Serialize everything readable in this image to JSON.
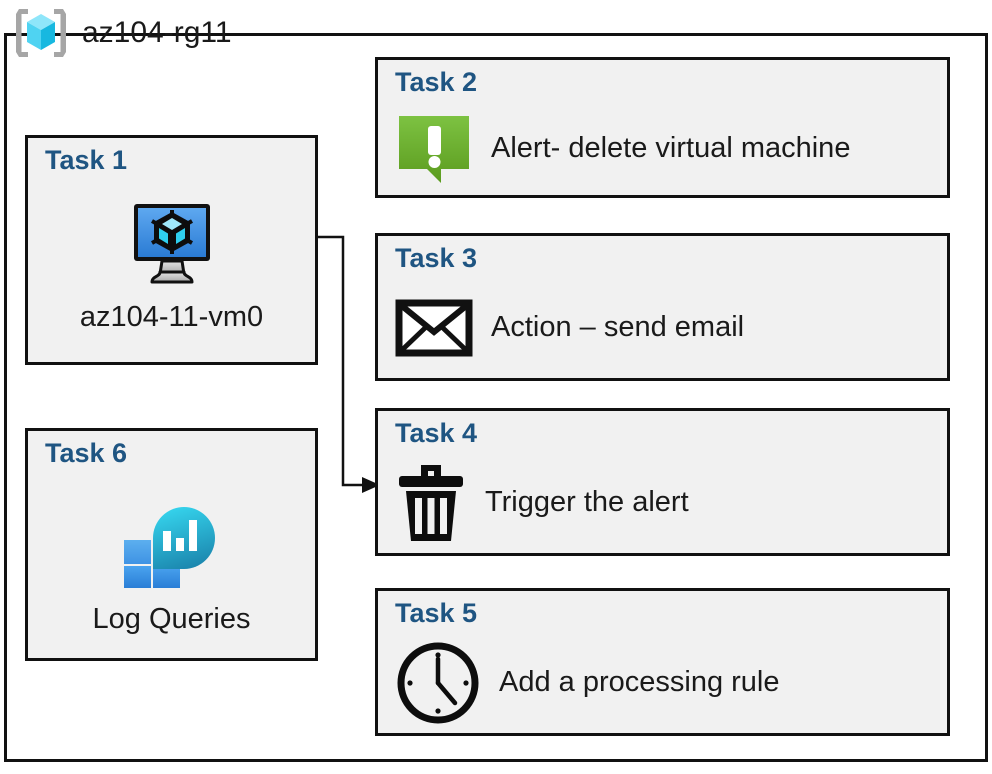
{
  "diagram": {
    "container": {
      "label": "az104-rg11",
      "icon": "azure-resource-group-icon",
      "border_color": "#111111",
      "background": "#ffffff"
    },
    "palette": {
      "task_title": "#1f5582",
      "card_background": "#f1f1f1",
      "card_border": "#111111",
      "text": "#1a1a1a",
      "alert_green_light": "#7ac143",
      "alert_green_dark": "#5a9e20",
      "vm_blue_light": "#5ea8f0",
      "vm_blue_dark": "#2a7bd4",
      "loganalytics_cyan": "#31cfe8",
      "loganalytics_teal": "#1b8fb5",
      "loganalytics_blue": "#2f80d8",
      "cube_cyan": "#3fd3ee"
    },
    "cards": [
      {
        "id": "task1",
        "title": "Task 1",
        "label": "az104-11-vm0",
        "icon": "virtual-machine-icon",
        "layout": "stacked"
      },
      {
        "id": "task2",
        "title": "Task 2",
        "label": "Alert- delete virtual machine",
        "icon": "alert-exclamation-icon",
        "layout": "inline"
      },
      {
        "id": "task3",
        "title": "Task 3",
        "label": "Action – send email",
        "icon": "envelope-icon",
        "layout": "inline"
      },
      {
        "id": "task4",
        "title": "Task 4",
        "label": "Trigger the alert",
        "icon": "trash-icon",
        "layout": "inline"
      },
      {
        "id": "task5",
        "title": "Task 5",
        "label": "Add a processing rule",
        "icon": "clock-icon",
        "layout": "inline"
      },
      {
        "id": "task6",
        "title": "Task 6",
        "label": "Log Queries",
        "icon": "log-analytics-icon",
        "layout": "stacked"
      }
    ],
    "connector": {
      "from": "task1-virtual-machine-icon",
      "to": "task4",
      "arrow": "right-arrowhead"
    }
  }
}
